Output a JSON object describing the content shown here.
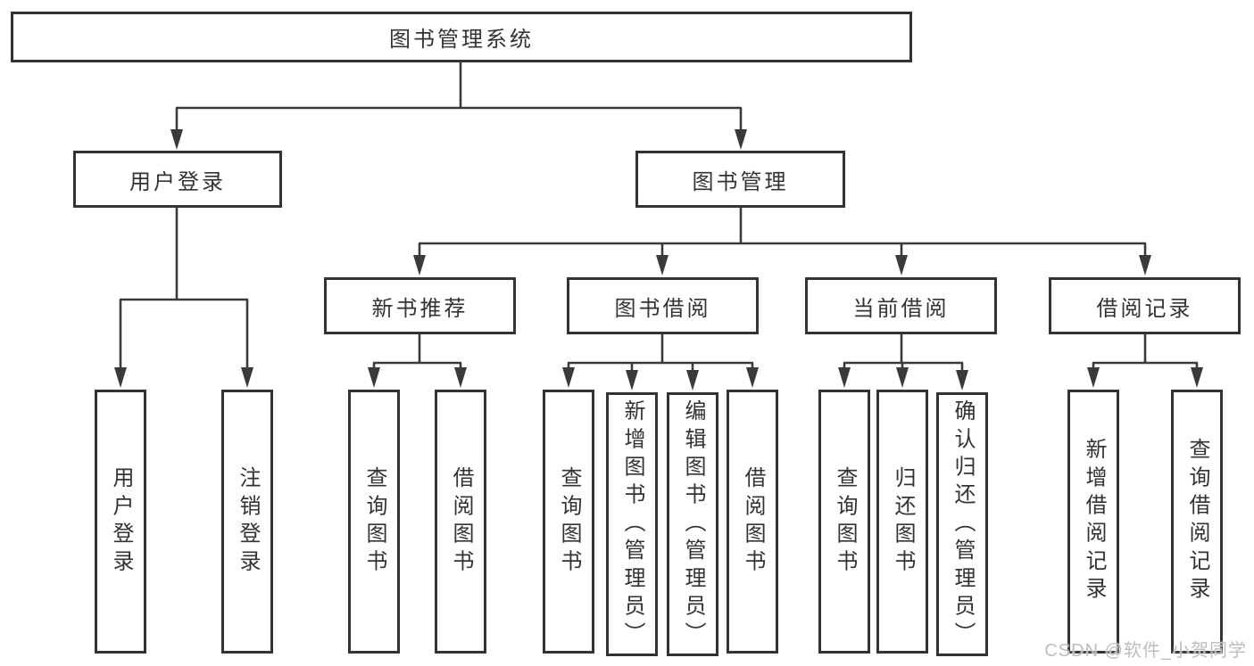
{
  "diagram": {
    "root": {
      "label": "图书管理系统"
    },
    "branches": [
      {
        "label": "用户登录",
        "children": [
          {
            "label": "用户登录"
          },
          {
            "label": "注销登录"
          }
        ]
      },
      {
        "label": "图书管理",
        "children": [
          {
            "label": "新书推荐",
            "children": [
              {
                "label": "查询图书"
              },
              {
                "label": "借阅图书"
              }
            ]
          },
          {
            "label": "图书借阅",
            "children": [
              {
                "label": "查询图书"
              },
              {
                "label": "新增图书（管理员）"
              },
              {
                "label": "编辑图书（管理员）"
              },
              {
                "label": "借阅图书"
              }
            ]
          },
          {
            "label": "当前借阅",
            "children": [
              {
                "label": "查询图书"
              },
              {
                "label": "归还图书"
              },
              {
                "label": "确认归还（管理员）"
              }
            ]
          },
          {
            "label": "借阅记录",
            "children": [
              {
                "label": "新增借阅记录"
              },
              {
                "label": "查询借阅记录"
              }
            ]
          }
        ]
      }
    ]
  },
  "watermark": {
    "text": "CSDN @软件_小贺同学"
  },
  "colors": {
    "line": "#3a3a3a",
    "box_border": "#333333",
    "text": "#333333",
    "watermark": "#bdbdbd",
    "background": "#ffffff"
  }
}
